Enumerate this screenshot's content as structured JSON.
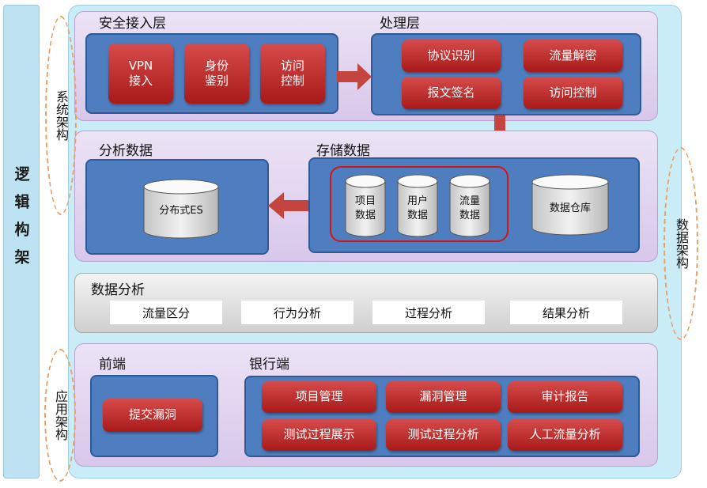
{
  "left_title": "逻辑构架",
  "side_labels": {
    "system_arch": "系统架构",
    "data_arch": "数据架构",
    "app_arch": "应用架构"
  },
  "security_layer": {
    "title": "安全接入层",
    "items": [
      "VPN\n接入",
      "身份\n鉴别",
      "访问\n控制"
    ]
  },
  "processing_layer": {
    "title": "处理层",
    "items": [
      "协议识别",
      "流量解密",
      "报文签名",
      "访问控制"
    ]
  },
  "analysis_data": {
    "title": "分析数据",
    "store": "分布式ES"
  },
  "storage_data": {
    "title": "存储数据",
    "stores": [
      "项目\n数据",
      "用户\n数据",
      "流量\n数据"
    ],
    "warehouse": "数据仓库"
  },
  "data_analysis": {
    "title": "数据分析",
    "items": [
      "流量区分",
      "行为分析",
      "过程分析",
      "结果分析"
    ]
  },
  "frontend": {
    "title": "前端",
    "items": [
      "提交漏洞"
    ]
  },
  "bank_side": {
    "title": "银行端",
    "items": [
      "项目管理",
      "漏洞管理",
      "审计报告",
      "测试过程展示",
      "测试过程分析",
      "人工流量分析"
    ]
  },
  "colors": {
    "panel_blue": "#4f7ec0",
    "button_red": "#c02a2a",
    "arrow_red": "#c4453f",
    "highlight_red": "#d21515",
    "ellipse_orange": "#e8a067"
  }
}
